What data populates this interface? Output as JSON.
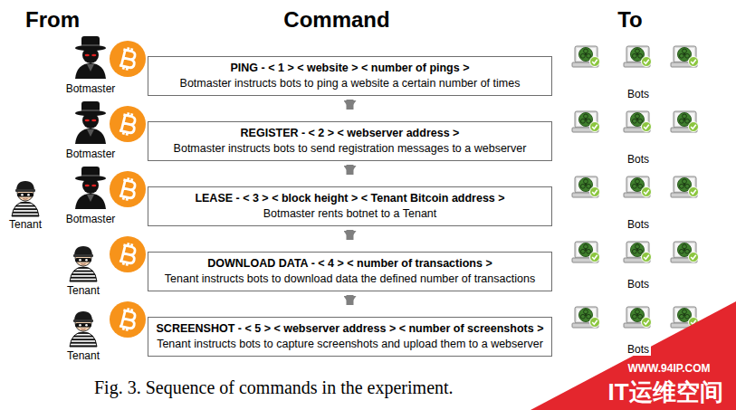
{
  "diagram": {
    "caption": "Fig. 3. Sequence of commands in the experiment.",
    "nodes": [
      {
        "text": [
          "PING - < 1 > < website > < number of pings >",
          "Botmaster instructs bots to ping a website a certain number of times"
        ]
      },
      {
        "text": [
          "REGISTER - < 2 > < webserver address >",
          "Botmaster instructs bots to send registration messages to a webserver"
        ]
      },
      {
        "text": [
          "LEASE - < 3 > < block height > < Tenant Bitcoin address >",
          "Botmaster rents botnet to a Tenant"
        ]
      },
      {
        "text": [
          "DOWNLOAD DATA - < 4 > < number of transactions >",
          "Tenant instructs bots to download data the defined number of transactions"
        ]
      },
      {
        "text": [
          "SCREENSHOT - < 5 > < webserver address > < number of screenshots >",
          "Tenant instructs bots to capture screenshots and upload them to a webserver"
        ]
      }
    ],
    "edges": [
      {
        "from": 0,
        "to": 1,
        "arrow": "to"
      },
      {
        "from": 1,
        "to": 2,
        "arrow": "to"
      },
      {
        "from": 2,
        "to": 3,
        "arrow": "to"
      },
      {
        "from": 3,
        "to": 4,
        "arrow": "to"
      }
    ],
    "labels": [
      "From",
      "Command",
      "To",
      "Botmaster",
      "Bots",
      "Botmaster",
      "Bots",
      "Tenant",
      "Botmaster",
      "Bots",
      "Tenant",
      "Bots",
      "Tenant",
      "Bots",
      "WWW.94IP.COM",
      "IT运维空间"
    ]
  }
}
